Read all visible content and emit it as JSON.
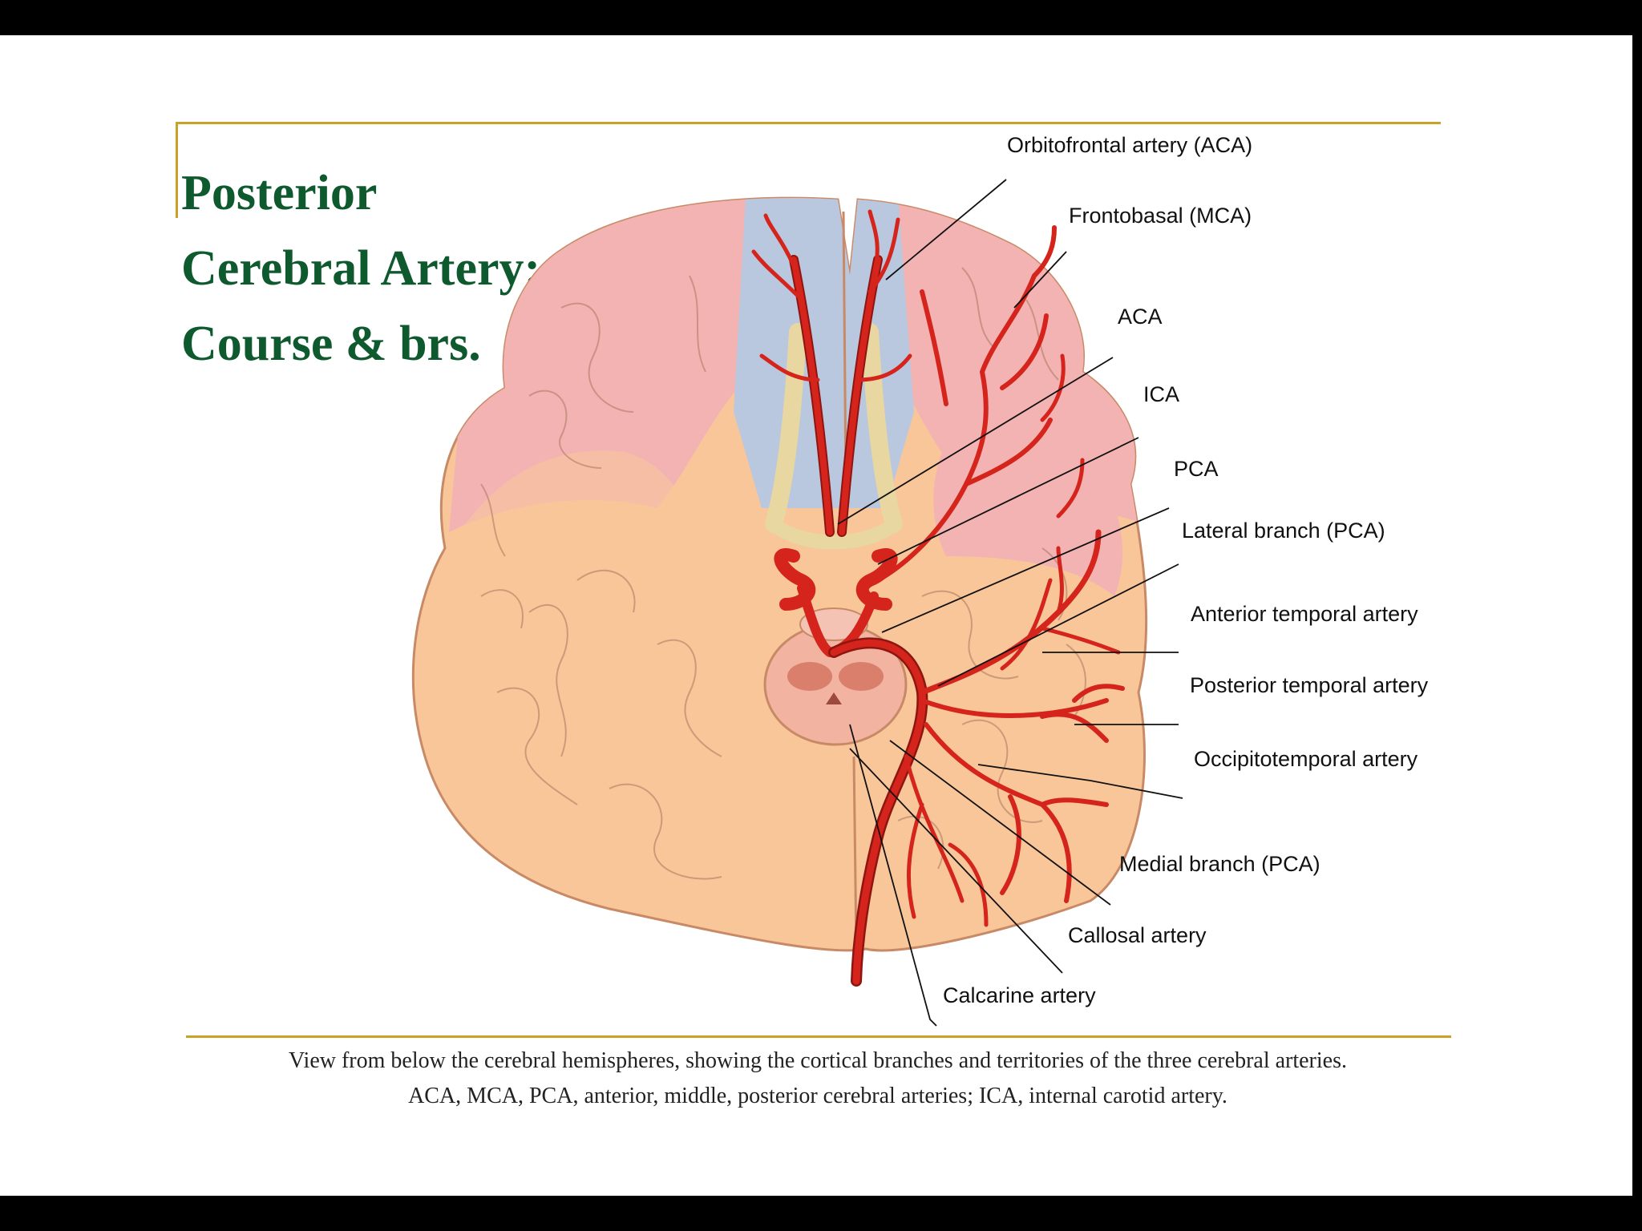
{
  "slide": {
    "title_lines": [
      "Posterior",
      "Cerebral Artery:",
      "Course & brs."
    ],
    "caption_lines": [
      "View from below the cerebral hemispheres, showing the cortical branches and territories of the three cerebral arteries.",
      "ACA, MCA, PCA, anterior, middle, posterior cerebral arteries; ICA, internal carotid artery."
    ]
  },
  "diagram": {
    "labels": [
      "Orbitofrontal artery (ACA)",
      "Frontobasal  (MCA)",
      "ACA",
      "ICA",
      "PCA",
      "Lateral branch (PCA)",
      "Anterior temporal artery",
      "Posterior temporal artery",
      "Occipitotemporal artery",
      "Medial branch (PCA)",
      "Callosal artery",
      "Calcarine artery"
    ]
  },
  "colors": {
    "title": "#0e5a2e",
    "rule": "#c9a227",
    "aca_territory": "#b9c8de",
    "mca_territory": "#f4b3b3",
    "pca_territory": "#f9c69a",
    "artery": "#d4241c"
  }
}
